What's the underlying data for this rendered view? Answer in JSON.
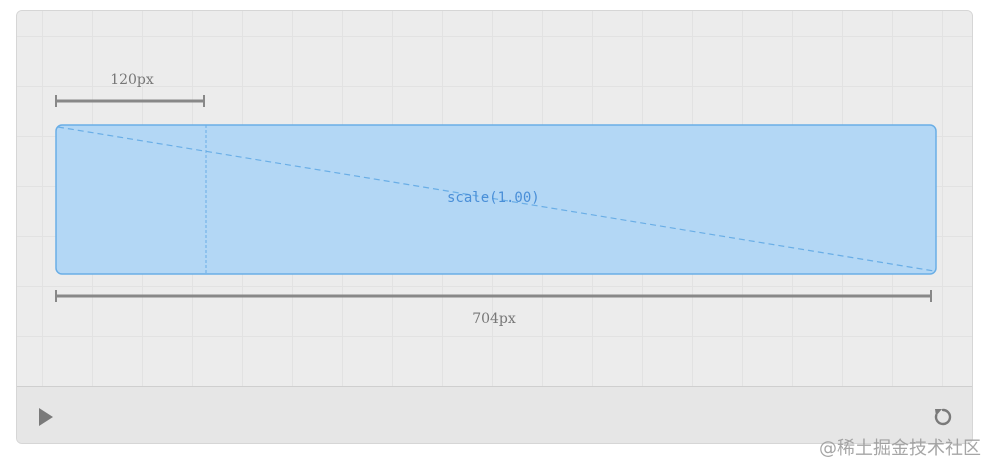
{
  "demo": {
    "small_width_label": "120px",
    "full_width_label": "704px",
    "scale_label": "scale(1.00)"
  },
  "controls": {
    "play_icon": "play-icon",
    "reset_icon": "reset-icon"
  },
  "watermark": "@稀土掘金技术社区",
  "colors": {
    "box_fill": "#b3d7f5",
    "box_border": "#6aaee6",
    "accent": "#4a8fd8",
    "ruler": "#888888"
  }
}
